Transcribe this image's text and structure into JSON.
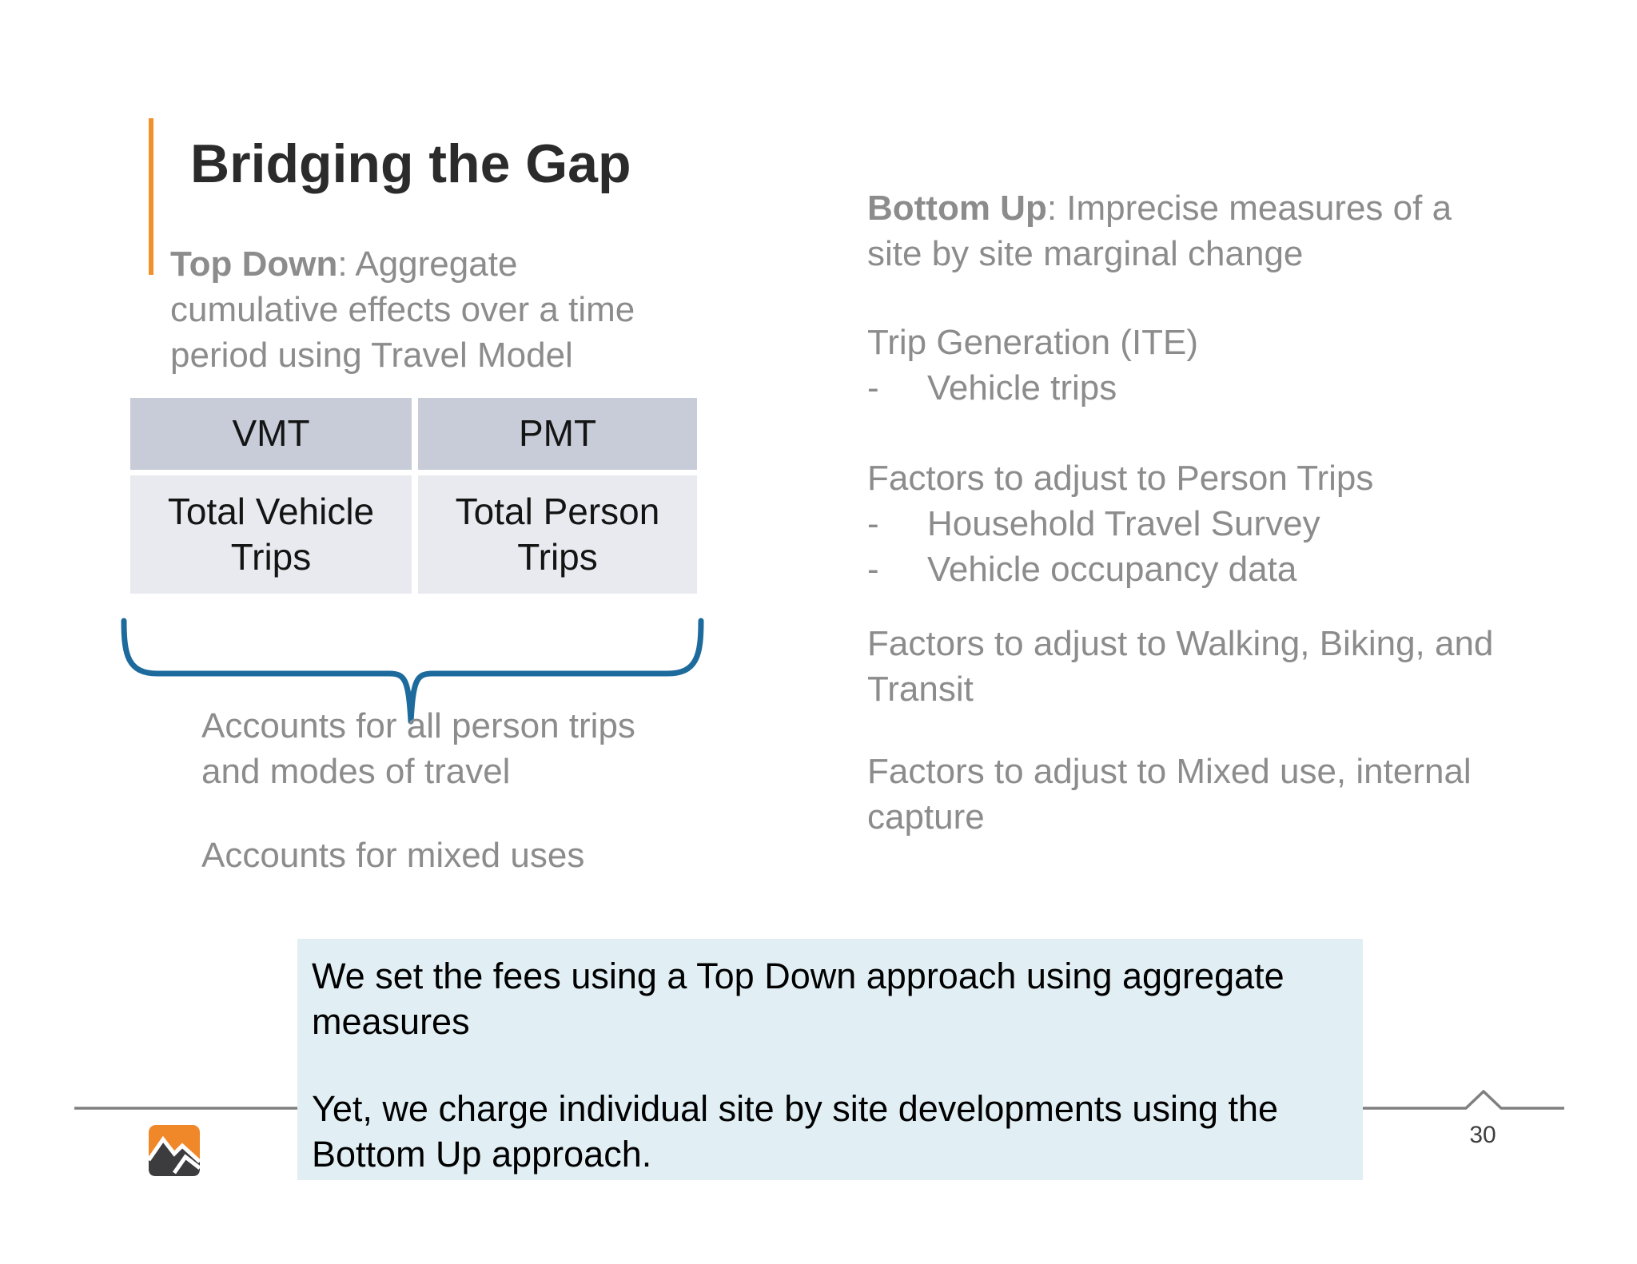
{
  "title": {
    "text": "Bridging the Gap"
  },
  "left_intro": {
    "bold": "Top Down",
    "after_bold": ": Aggregate",
    "line2": "cumulative effects over a time",
    "line3": "period using Travel Model"
  },
  "table": {
    "headers": [
      "VMT",
      "PMT"
    ],
    "cells": [
      "Total Vehicle Trips",
      "Total Person Trips"
    ]
  },
  "notes": {
    "all_trips_line1": "Accounts for all person trips",
    "all_trips_line2": "and modes of travel",
    "mixed_uses": "Accounts for mixed uses"
  },
  "right_intro": {
    "bold": "Bottom Up",
    "after_bold": ": Imprecise measures of a",
    "line2": "site by site marginal change"
  },
  "bullet_dash": "-",
  "sections": {
    "trip_generation": {
      "heading": "Trip Generation (ITE)",
      "bullet1": "Vehicle trips"
    },
    "person_trips": {
      "heading": "Factors to adjust to Person Trips",
      "bullet1": "Household Travel Survey",
      "bullet2": "Vehicle occupancy data"
    },
    "walking_biking_transit": {
      "line1": "Factors to adjust to Walking, Biking, and",
      "line2": "Transit"
    },
    "mixed_use_internal_capture": {
      "line1": "Factors to adjust to Mixed use, internal",
      "line2": "capture"
    }
  },
  "callout": {
    "para1_line1": "We set the fees using a Top Down approach using aggregate",
    "para1_line2": "measures",
    "para2_line1": "Yet, we charge individual site by site developments using the",
    "para2_line2": "Bottom Up approach."
  },
  "footer": {
    "page_number": "30"
  },
  "colors": {
    "accent_orange": "#F0912B",
    "title_text": "#2B2B2B",
    "body_gray": "#8C8C8C",
    "table_header_bg": "#C8CCD9",
    "table_body_bg": "#E9EAF0",
    "brace_blue": "#1D6A9C",
    "callout_bg": "#E1EFF4",
    "callout_text": "#000000",
    "divider_gray": "#7F7F7F",
    "logo_orange": "#F0882A",
    "logo_dark": "#3C3C3E"
  }
}
